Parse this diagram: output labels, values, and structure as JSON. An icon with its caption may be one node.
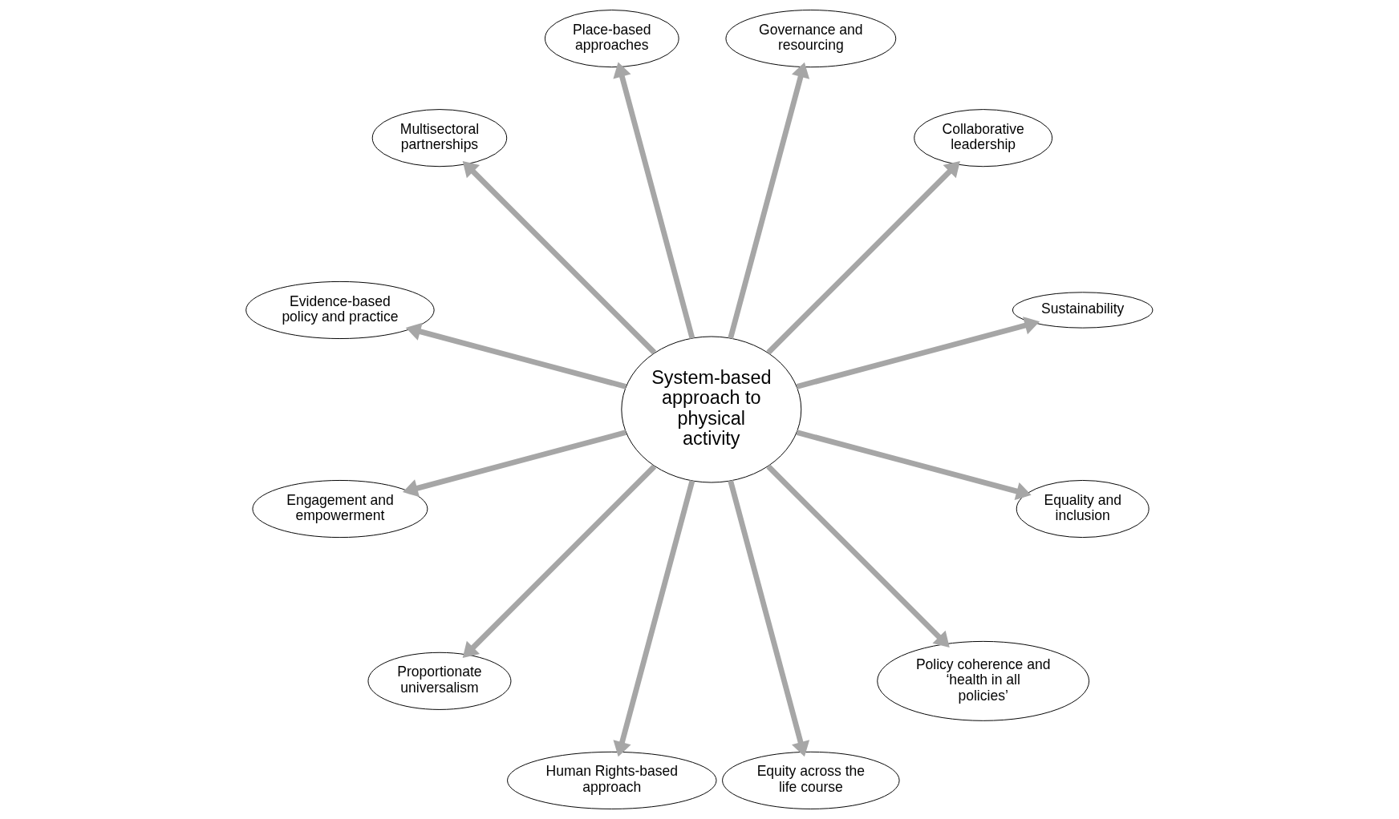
{
  "diagram": {
    "nodes": [
      {
        "text": [
          "System-based approach to physical activity"
        ]
      },
      {
        "text": [
          "Sustainability"
        ]
      },
      {
        "text": [
          "Collaborative leadership"
        ]
      },
      {
        "text": [
          "Governance and resourcing"
        ]
      },
      {
        "text": [
          "Place-based approaches"
        ]
      },
      {
        "text": [
          "Multisectoral partnerships"
        ]
      },
      {
        "text": [
          "Evidence-based policy and practice"
        ]
      },
      {
        "text": [
          "Engagement and empowerment"
        ]
      },
      {
        "text": [
          "Proportionate universalism"
        ]
      },
      {
        "text": [
          "Human Rights-based approach"
        ]
      },
      {
        "text": [
          "Equity across the life course"
        ]
      },
      {
        "text": [
          "Policy coherence and ‘health in all policies’"
        ]
      },
      {
        "text": [
          "Equality and inclusion"
        ]
      }
    ],
    "edges": [
      {
        "from": 0,
        "to": 2,
        "arrow": "to"
      },
      {
        "from": 0,
        "to": 3,
        "arrow": "to"
      },
      {
        "from": 0,
        "to": 5,
        "arrow": "to"
      },
      {
        "from": 0,
        "to": 7,
        "arrow": "to"
      },
      {
        "from": 0,
        "to": 9,
        "arrow": "to"
      },
      {
        "from": 0,
        "to": 12,
        "arrow": "to"
      },
      {
        "from": 0,
        "to": 11,
        "arrow": "to"
      },
      {
        "from": 0,
        "to": 10,
        "arrow": "to"
      },
      {
        "from": 0,
        "to": 8,
        "arrow": "to"
      },
      {
        "from": 0,
        "to": 6,
        "arrow": "to"
      },
      {
        "from": 0,
        "to": 4,
        "arrow": "to"
      },
      {
        "from": 0,
        "to": 1,
        "arrow": "to"
      }
    ]
  }
}
